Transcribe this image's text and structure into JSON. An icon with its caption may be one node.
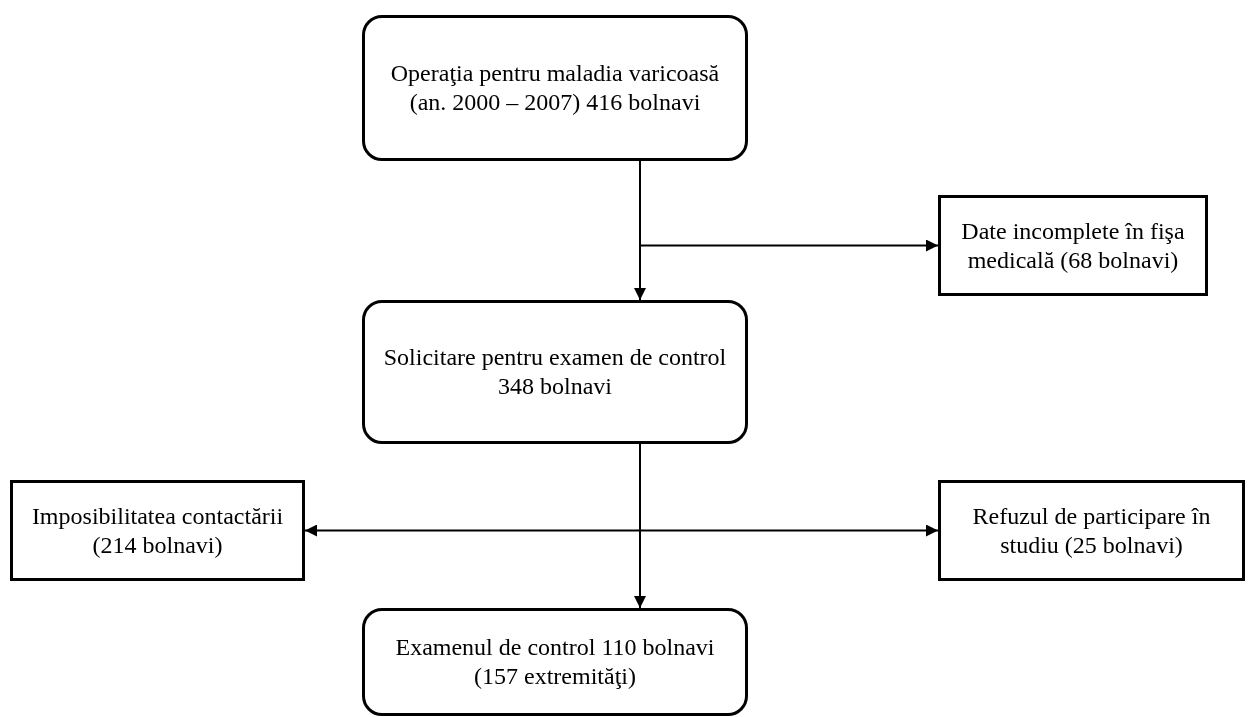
{
  "diagram": {
    "nodes": [
      {
        "text": [
          "Operaţia pentru maladia varicoasă (an. 2000 – 2007) 416 bolnavi"
        ]
      },
      {
        "text": [
          "Date incomplete în fişa medicală (68 bolnavi)"
        ]
      },
      {
        "text": [
          "Solicitare pentru examen de control 348 bolnavi"
        ]
      },
      {
        "text": [
          "Imposibilitatea contactării (214 bolnavi)"
        ]
      },
      {
        "text": [
          "Refuzul de participare în studiu (25 bolnavi)"
        ]
      },
      {
        "text": [
          "Examenul de control 110 bolnavi (157 extremităţi)"
        ]
      }
    ],
    "edges": [
      {
        "from": 0,
        "to": 2,
        "arrow": "to"
      },
      {
        "from": 0,
        "to": 1,
        "arrow": "to"
      },
      {
        "from": 2,
        "to": 3,
        "arrow": "to"
      },
      {
        "from": 2,
        "to": 4,
        "arrow": "to"
      },
      {
        "from": 2,
        "to": 5,
        "arrow": "to"
      }
    ]
  }
}
